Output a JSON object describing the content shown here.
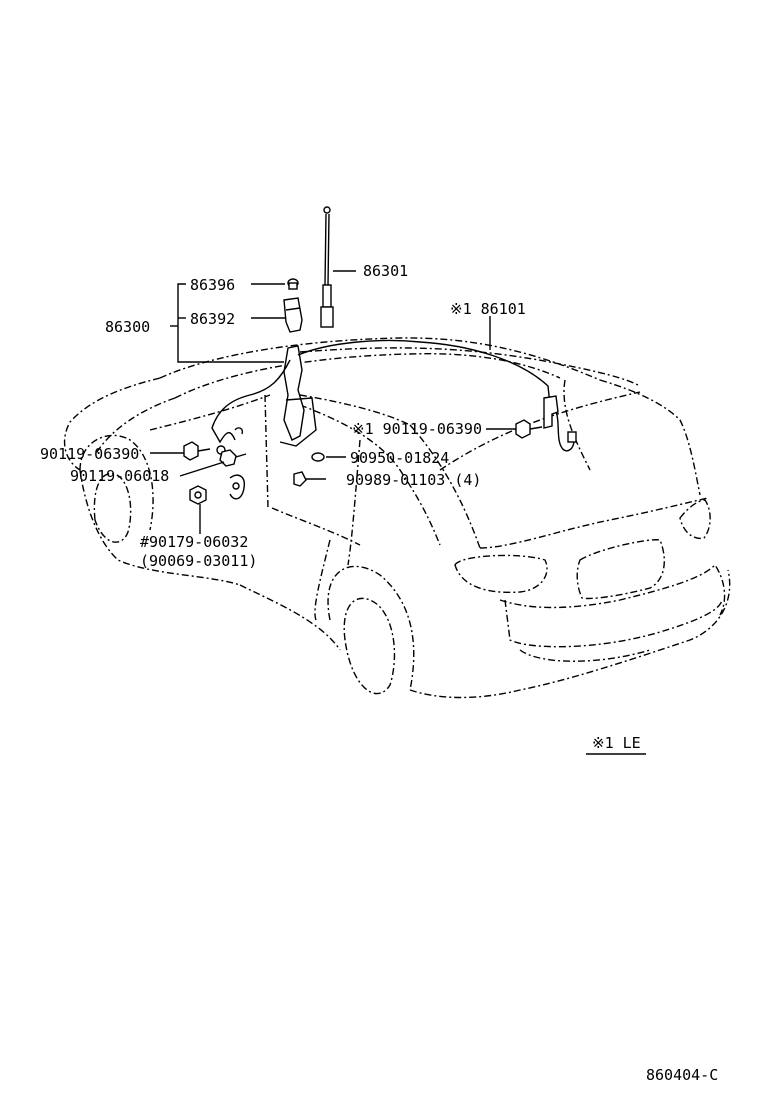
{
  "labels": {
    "p86301": "86301",
    "p86396": "86396",
    "p86392": "86392",
    "p86300": "86300",
    "p86101": "※1 86101",
    "p90119_right": "※1 90119-06390",
    "p90950": "90950-01824",
    "p90989": "90989-01103 (4)",
    "p90119_left": "90119-06390",
    "p90119_06018": "90119-06018",
    "p90179": "#90179-06032",
    "p90069": "(90069-03011)"
  },
  "legend": "※1 LE",
  "figure_code": "860404-C"
}
